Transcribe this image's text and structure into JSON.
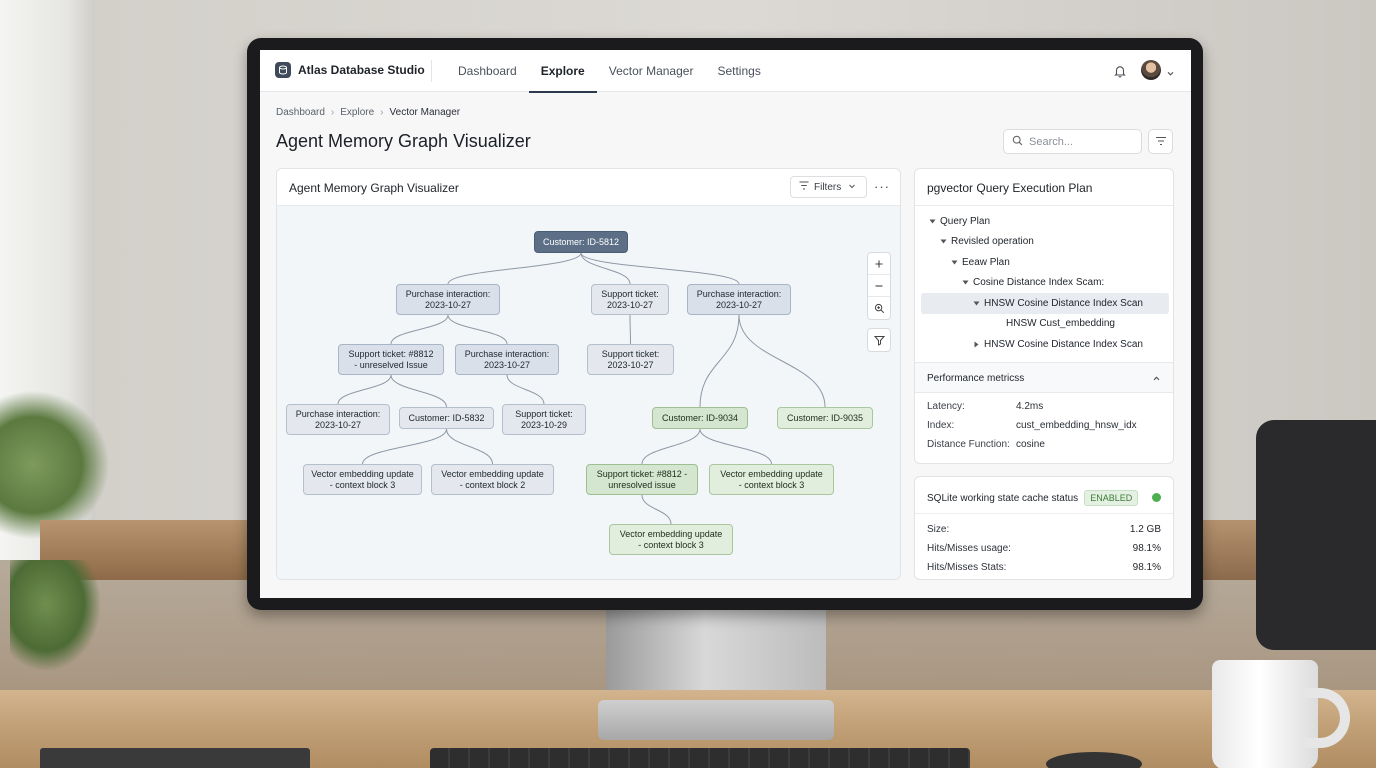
{
  "app": {
    "name": "Atlas Database Studio",
    "nav_tabs": [
      {
        "label": "Dashboard"
      },
      {
        "label": "Explore",
        "active": true
      },
      {
        "label": "Vector Manager"
      },
      {
        "label": "Settings"
      }
    ]
  },
  "breadcrumb": [
    "Dashboard",
    "Explore",
    "Vector Manager"
  ],
  "page_title": "Agent Memory Graph Visualizer",
  "search": {
    "placeholder": "Search..."
  },
  "graph": {
    "title": "Agent Memory Graph Visualizer",
    "filters_label": "Filters",
    "more_label": "···",
    "nodes": [
      {
        "id": "n0",
        "label": "Customer: ID-5812",
        "style": "root"
      },
      {
        "id": "n1",
        "label": "Purchase interaction:\n2023-10-27",
        "style": "blue"
      },
      {
        "id": "n2",
        "label": "Support ticket:\n2023-10-27",
        "style": "light"
      },
      {
        "id": "n3",
        "label": "Purchase interaction:\n2023-10-27",
        "style": "blue"
      },
      {
        "id": "n4",
        "label": "Support ticket: #8812\n- unreselved Issue",
        "style": "blue"
      },
      {
        "id": "n5",
        "label": "Purchase interaction:\n2023-10-27",
        "style": "blue"
      },
      {
        "id": "n6",
        "label": "Support ticket:\n2023-10-27",
        "style": "light"
      },
      {
        "id": "n7",
        "label": "Purchase interaction:\n2023-10-27",
        "style": "light"
      },
      {
        "id": "n8",
        "label": "Customer: ID-5832",
        "style": "light"
      },
      {
        "id": "n9",
        "label": "Support ticket:\n2023-10-29",
        "style": "light"
      },
      {
        "id": "n10",
        "label": "Customer: ID-9034",
        "style": "green"
      },
      {
        "id": "n11",
        "label": "Customer: ID-9035",
        "style": "green-light"
      },
      {
        "id": "n12",
        "label": "Vector embedding update\n- context block 3",
        "style": "light"
      },
      {
        "id": "n13",
        "label": "Vector embedding update\n- context block 2",
        "style": "light"
      },
      {
        "id": "n14",
        "label": "Support ticket: #8812 -\nunresolved issue",
        "style": "green"
      },
      {
        "id": "n15",
        "label": "Vector embedding update\n- context block 3",
        "style": "green-light"
      },
      {
        "id": "n16",
        "label": "Vector embedding update\n- context block 3",
        "style": "green-light"
      }
    ],
    "edges": [
      [
        "n0",
        "n1"
      ],
      [
        "n0",
        "n2"
      ],
      [
        "n0",
        "n3"
      ],
      [
        "n1",
        "n4"
      ],
      [
        "n1",
        "n5"
      ],
      [
        "n2",
        "n6"
      ],
      [
        "n4",
        "n7"
      ],
      [
        "n4",
        "n8"
      ],
      [
        "n5",
        "n9"
      ],
      [
        "n3",
        "n10"
      ],
      [
        "n3",
        "n11"
      ],
      [
        "n8",
        "n12"
      ],
      [
        "n8",
        "n13"
      ],
      [
        "n10",
        "n14"
      ],
      [
        "n10",
        "n15"
      ],
      [
        "n14",
        "n16"
      ]
    ]
  },
  "plan": {
    "title": "pgvector Query Execution Plan",
    "tree": [
      {
        "label": "Query Plan",
        "depth": 0,
        "toggle": "down"
      },
      {
        "label": "Revisled operation",
        "depth": 1,
        "toggle": "down"
      },
      {
        "label": "Eeaw Plan",
        "depth": 2,
        "toggle": "down"
      },
      {
        "label": "Cosine Distance Index Scam:",
        "depth": 3,
        "toggle": "down"
      },
      {
        "label": "HNSW Cosine Distance Index Scan",
        "depth": 4,
        "toggle": "down",
        "selected": true
      },
      {
        "label": "HNSW  Cust_embedding",
        "depth": 6,
        "toggle": "none"
      },
      {
        "label": "HNSW Cosine Distance Index Scan",
        "depth": 4,
        "toggle": "right"
      }
    ],
    "metrics_title": "Performance metricss",
    "metrics": [
      {
        "key": "Latency:",
        "value": "4.2ms"
      },
      {
        "key": "Index:",
        "value": "cust_embedding_hnsw_idx"
      },
      {
        "key": "Distance Function:",
        "value": "cosine"
      }
    ]
  },
  "cache": {
    "title": "SQLite working state cache status",
    "badge": "ENABLED",
    "status_color": "#4caf50",
    "rows": [
      {
        "key": "Size:",
        "value": "1.2 GB"
      },
      {
        "key": "Hits/Misses usage:",
        "value": "98.1%"
      },
      {
        "key": "Hits/Misses Stats:",
        "value": "98.1%"
      }
    ]
  }
}
